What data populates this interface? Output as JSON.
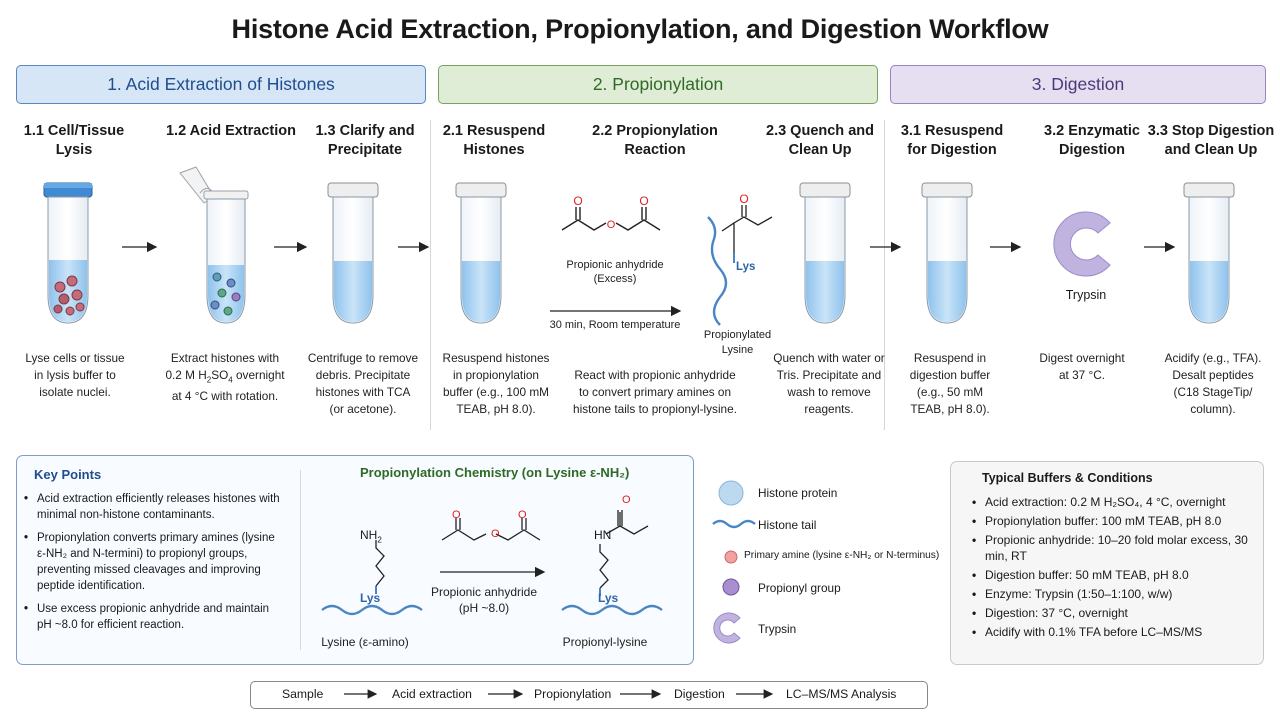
{
  "title": "Histone Acid Extraction, Propionylation, and Digestion Workflow",
  "phases": [
    {
      "label": "1. Acid Extraction of Histones"
    },
    {
      "label": "2. Propionylation"
    },
    {
      "label": "3. Digestion"
    }
  ],
  "steps": [
    {
      "label": "1.1  Cell/Tissue\nLysis",
      "desc": "Lyse cells or tissue\nin lysis buffer to\nisolate nuclei."
    },
    {
      "label": "1.2  Acid Extraction",
      "desc_pre": "Extract histones with\n0.2 M H",
      "desc_sub1": "2",
      "desc_mid": "SO",
      "desc_sub2": "4",
      "desc_post": " overnight\nat 4 °C with rotation."
    },
    {
      "label": "1.3  Clarify and\nPrecipitate",
      "desc": "Centrifuge to remove\ndebris. Precipitate\nhistones with TCA\n(or acetone)."
    },
    {
      "label": "2.1  Resuspend\nHistones",
      "desc": "Resuspend histones\nin propionylation\nbuffer (e.g., 100 mM\nTEAB, pH 8.0)."
    },
    {
      "label": "2.2  Propionylation\nReaction",
      "desc": "React with propionic anhydride\nto convert primary amines on\nhistone tails to propionyl-lysine."
    },
    {
      "label": "2.3  Quench and\nClean Up",
      "desc": "Quench with water or\nTris. Precipitate and\nwash to remove\nreagents."
    },
    {
      "label": "3.1  Resuspend\nfor Digestion",
      "desc": "Resuspend in\ndigestion buffer\n(e.g., 50 mM\nTEAB, pH 8.0)."
    },
    {
      "label": "3.2  Enzymatic\nDigestion",
      "desc": "Digest overnight\nat 37 °C."
    },
    {
      "label": "3.3  Stop Digestion\nand Clean Up",
      "desc": "Acidify (e.g., TFA).\nDesalt peptides\n(C18 StageTip/\ncolumn)."
    }
  ],
  "reaction": {
    "reagent": "Propionic anhydride\n(Excess)",
    "condition": "30 min, Room temperature",
    "product": "Propionylated\nLysine",
    "lys": "Lys"
  },
  "trypsin_label": "Trypsin",
  "key_points": {
    "title": "Key Points",
    "items": [
      "Acid extraction efficiently releases histones with minimal non-histone contaminants.",
      "Propionylation converts primary amines (lysine ε-NH₂ and N-termini) to propionyl groups, preventing missed cleavages and improving peptide identification.",
      "Use excess propionic anhydride and maintain pH ~8.0 for efficient reaction."
    ]
  },
  "chemistry": {
    "title": "Propionylation Chemistry (on Lysine ε-NH₂)",
    "nh2": "NH",
    "nh2_sub": "2",
    "lys": "Lys",
    "hn": "HN",
    "o": "O",
    "reagent": "Propionic anhydride\n(pH ~8.0)",
    "left_label": "Lysine (ε-amino)",
    "right_label": "Propionyl-lysine"
  },
  "legend": [
    {
      "label": "Histone protein",
      "color": "#bcd9f0"
    },
    {
      "label": "Histone tail",
      "color": "#4a86c5"
    },
    {
      "label": "Primary amine (lysine ε-NH₂ or N-terminus)",
      "color": "#f2a0a0"
    },
    {
      "label": "Propionyl group",
      "color": "#a98fcf"
    },
    {
      "label": "Trypsin",
      "color": "#c0b3e0"
    }
  ],
  "buffers": {
    "title": "Typical Buffers & Conditions",
    "items": [
      "Acid extraction: 0.2 M H₂SO₄, 4 °C, overnight",
      "Propionylation buffer: 100 mM TEAB, pH 8.0",
      "Propionic anhydride: 10–20 fold molar excess, 30 min, RT",
      "Digestion buffer: 50 mM TEAB, pH 8.0",
      "Enzyme: Trypsin (1:50–1:100, w/w)",
      "Digestion: 37 °C, overnight",
      "Acidify with 0.1% TFA before LC–MS/MS"
    ]
  },
  "flow": [
    "Sample",
    "Acid extraction",
    "Propionylation",
    "Digestion",
    "LC–MS/MS Analysis"
  ],
  "colors": {
    "phase1": "#5b86c0",
    "phase2": "#76a35f",
    "phase3": "#9983bd",
    "liquid": "#a8d0f0",
    "cap_blue": "#3f8ad1"
  }
}
